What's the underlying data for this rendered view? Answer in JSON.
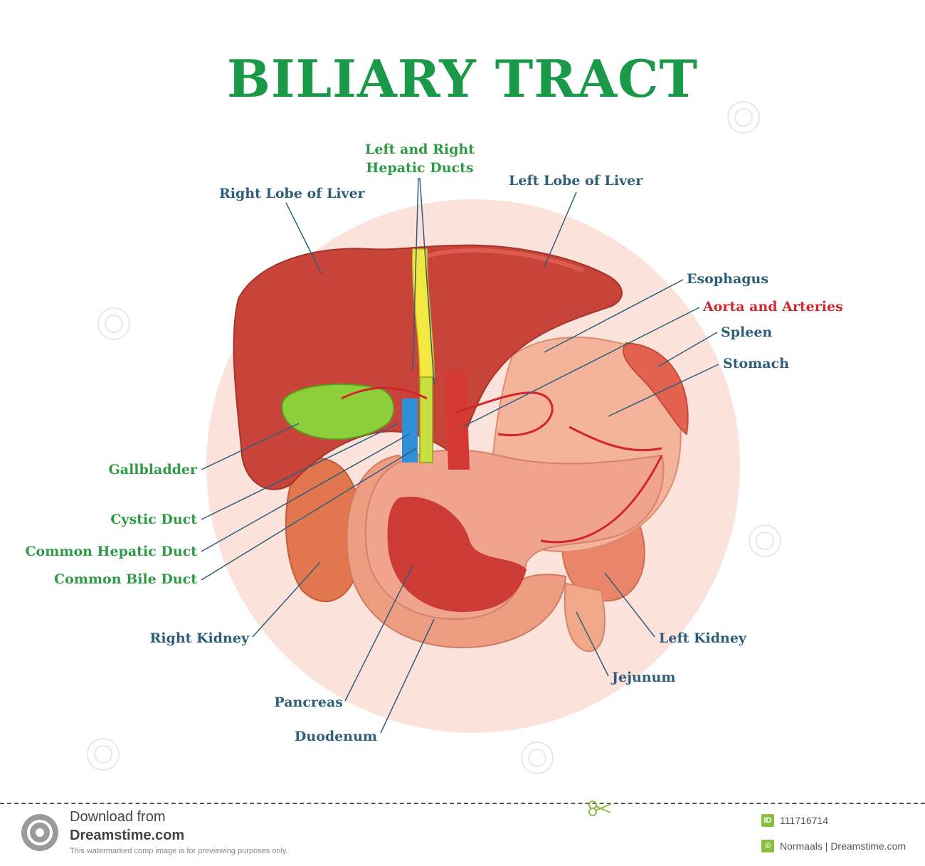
{
  "title": "BILIARY TRACT",
  "labels": {
    "hepatic_ducts_line1": "Left and Right",
    "hepatic_ducts_line2": "Hepatic Ducts",
    "right_lobe": "Right Lobe of Liver",
    "left_lobe": "Left Lobe of Liver",
    "esophagus": "Esophagus",
    "aorta": "Aorta and Arteries",
    "spleen": "Spleen",
    "stomach": "Stomach",
    "gallbladder": "Gallbladder",
    "cystic_duct": "Cystic Duct",
    "common_hepatic_duct": "Common Hepatic Duct",
    "common_bile_duct": "Common Bile Duct",
    "right_kidney": "Right Kidney",
    "left_kidney": "Left Kidney",
    "jejunum": "Jejunum",
    "pancreas": "Pancreas",
    "duodenum": "Duodenum"
  },
  "footer": {
    "download_from": "Download from",
    "site": "Dreamstime.com",
    "notice": "This watermarked comp image is for previewing purposes only.",
    "id_badge": "ID",
    "id_value": "111716714",
    "credit_badge": "©",
    "credit": "Normaals | Dreamstime.com"
  },
  "watermark": "dreamstime",
  "colors": {
    "title_green": "#1a9a48",
    "label_blue": "#2e5f7a",
    "label_green": "#2f9a45",
    "label_red": "#d32830",
    "liver": "#c8433a",
    "gallbladder": "#8ccf3a",
    "bile_duct": "#f3e840",
    "portal_blue": "#2f8fd8",
    "background_circle": "#fbe3dc"
  }
}
